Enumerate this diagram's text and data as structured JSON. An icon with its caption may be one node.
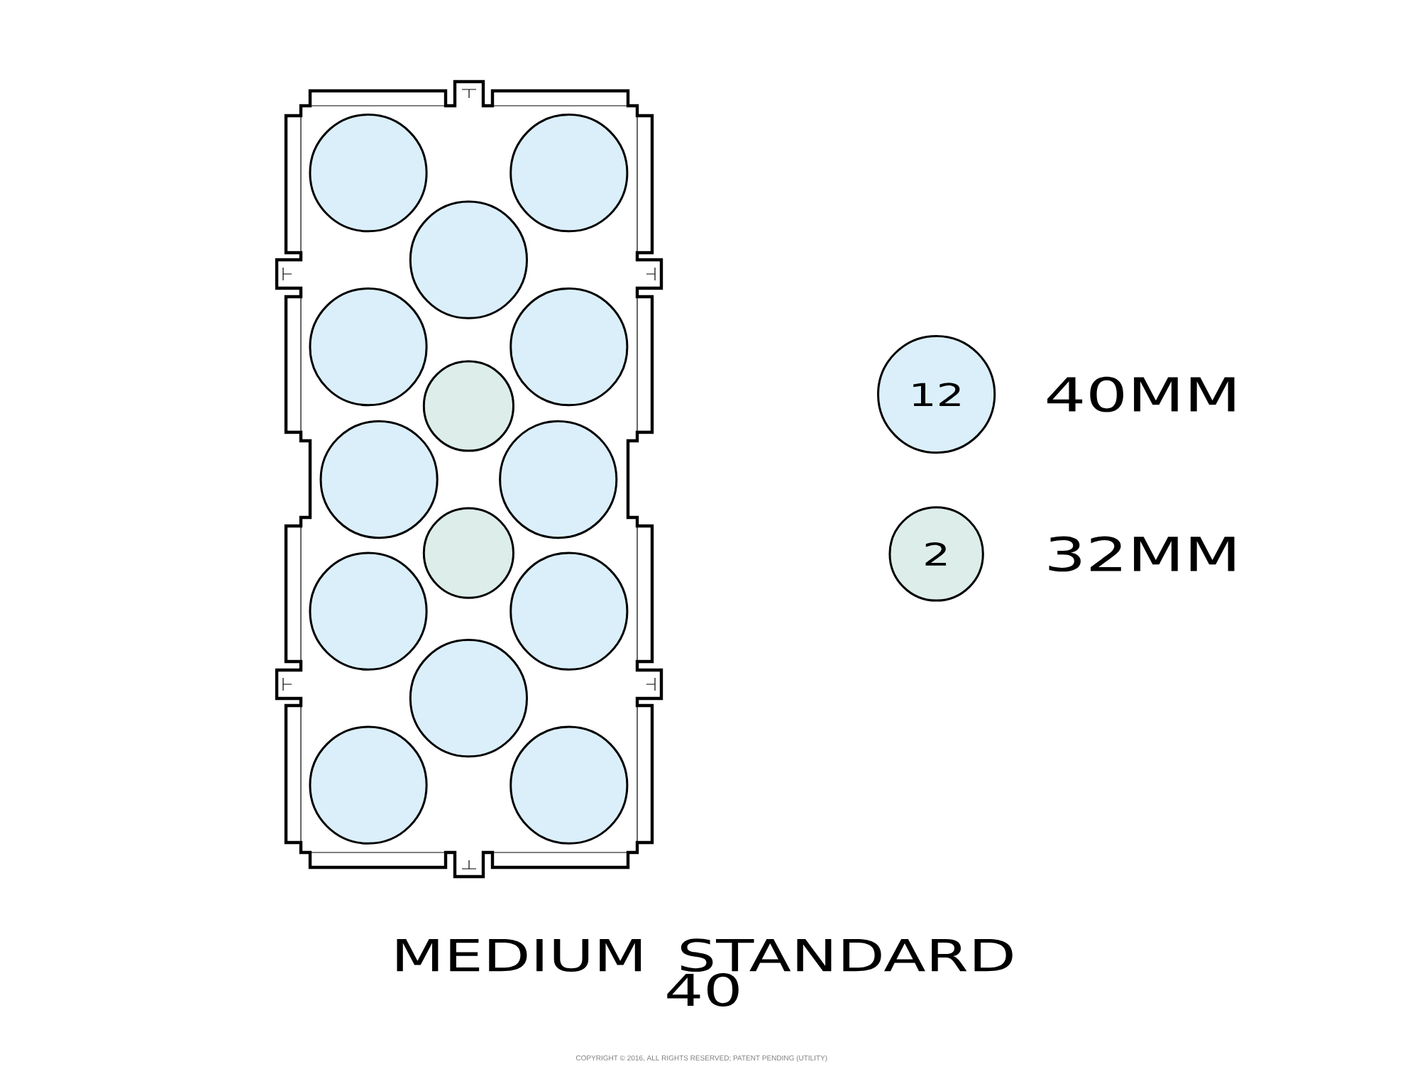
{
  "diagram": {
    "title": "MEDIUM STANDARD 40",
    "nodes": [
      {
        "text": [],
        "shape": "circle"
      },
      {
        "text": [],
        "shape": "circle"
      },
      {
        "text": [],
        "shape": "circle"
      },
      {
        "text": [],
        "shape": "circle"
      },
      {
        "text": [],
        "shape": "circle"
      },
      {
        "text": [],
        "shape": "circle"
      },
      {
        "text": [],
        "shape": "circle"
      },
      {
        "text": [],
        "shape": "circle"
      },
      {
        "text": [],
        "shape": "circle"
      },
      {
        "text": [],
        "shape": "circle"
      },
      {
        "text": [],
        "shape": "circle"
      },
      {
        "text": [],
        "shape": "circle"
      },
      {
        "text": [],
        "shape": "circle"
      },
      {
        "text": [],
        "shape": "circle"
      },
      {
        "text": [
          "12"
        ],
        "beside": [
          "40MM"
        ]
      },
      {
        "text": [
          "2"
        ],
        "beside": [
          "32MM"
        ]
      }
    ],
    "labels": [
      "COPYRIGHT © 2016, ALL RIGHTS RESERVED; PATENT PENDING (UTILITY)"
    ]
  }
}
